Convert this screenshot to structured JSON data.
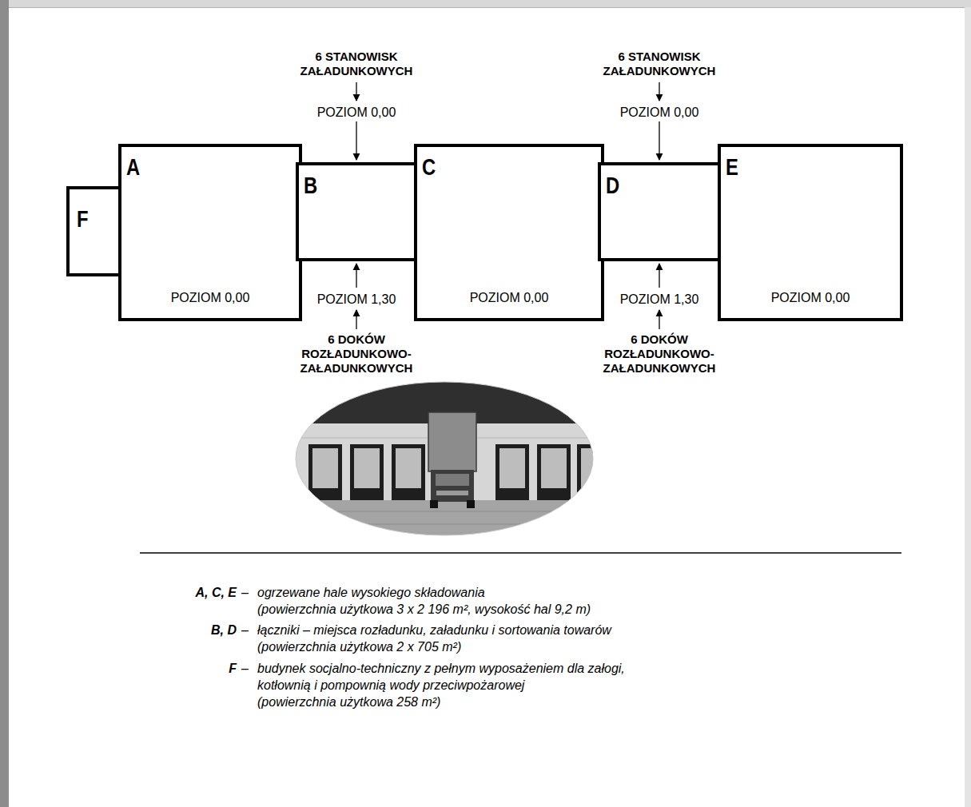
{
  "diagram": {
    "nodes": [
      {
        "text": [
          "F"
        ]
      },
      {
        "text": [
          "A",
          "POZIOM 0,00"
        ]
      },
      {
        "text": [
          "B"
        ]
      },
      {
        "text": [
          "C",
          "POZIOM 0,00"
        ]
      },
      {
        "text": [
          "D"
        ]
      },
      {
        "text": [
          "E",
          "POZIOM 0,00"
        ]
      }
    ],
    "labels": [
      "6 STANOWISK ZAŁADUNKOWYCH",
      "6 STANOWISK ZAŁADUNKOWYCH",
      "POZIOM 0,00",
      "POZIOM 0,00",
      "POZIOM 1,30",
      "POZIOM 1,30",
      "6 DOKÓW ROZŁADUNKOWO-ZAŁADUNKOWYCH",
      "6 DOKÓW ROZŁADUNKOWO-ZAŁADUNKOWYCH",
      "A, C, E",
      "–",
      "ogrzewane hale wysokiego składowania (powierzchnia użytkowa 3 x 2 196 m², wysokość hal 9,2 m)",
      "B, D",
      "–",
      "łączniki – miejsca rozładunku, załadunku i sortowania towarów (powierzchnia użytkowa 2 x 705 m²)",
      "F",
      "–",
      "budynek socjalno-techniczny z pełnym wyposażeniem dla załogi, kotłownią i pompownią wody przeciwpożarowej (powierzchnia użytkowa 258 m²)"
    ]
  }
}
